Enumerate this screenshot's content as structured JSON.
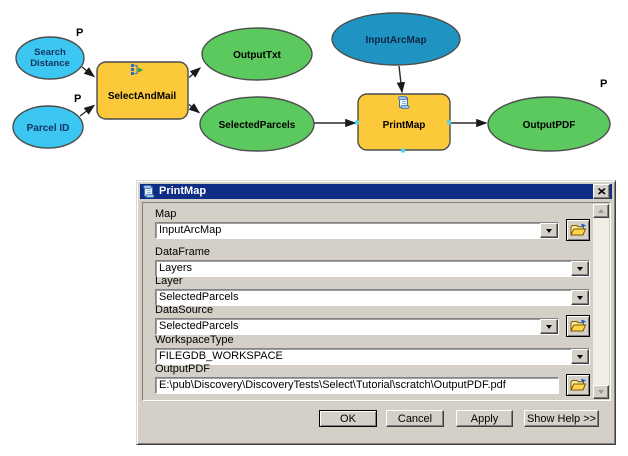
{
  "diagram": {
    "nodes": {
      "search_distance": {
        "line1": "Search",
        "line2": "Distance",
        "param_label": "P"
      },
      "parcel_id": {
        "label": "Parcel ID",
        "param_label": "P"
      },
      "select_and_mail": {
        "label": "SelectAndMail"
      },
      "output_txt": {
        "label": "OutputTxt"
      },
      "selected_parcels": {
        "label": "SelectedParcels"
      },
      "input_arcmap": {
        "label": "InputArcMap"
      },
      "print_map": {
        "label": "PrintMap"
      },
      "output_pdf": {
        "label": "OutputPDF",
        "param_label": "P"
      }
    },
    "colors": {
      "input_variable": "#3CC7F2",
      "input_map_variable": "#1F93C2",
      "derived_output": "#5CC95E",
      "tool": "#FCC93B",
      "node_border": "#4D4D4D",
      "blue_label_text": "#14335F",
      "dark_label_text": "#000000"
    }
  },
  "dialog": {
    "title": "PrintMap",
    "fields": [
      {
        "label": "Map",
        "value": "InputArcMap"
      },
      {
        "label": "DataFrame",
        "value": "Layers"
      },
      {
        "label": "Layer",
        "value": "SelectedParcels"
      },
      {
        "label": "DataSource",
        "value": "SelectedParcels"
      },
      {
        "label": "WorkspaceType",
        "value": "FILEGDB_WORKSPACE"
      },
      {
        "label": "OutputPDF",
        "value": "E:\\pub\\Discovery\\DiscoveryTests\\Select\\Tutorial\\scratch\\OutputPDF.pdf"
      }
    ],
    "buttons": {
      "ok": "OK",
      "cancel": "Cancel",
      "apply": "Apply",
      "help": "Show Help >>"
    }
  }
}
